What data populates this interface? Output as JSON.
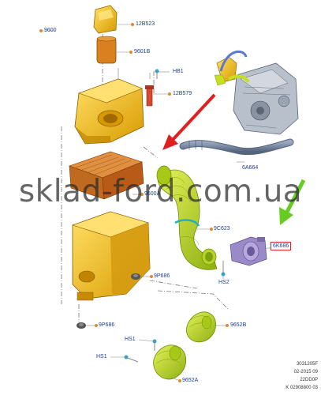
{
  "watermark": "sklad-ford.com.ua",
  "colors": {
    "part_fill": "#f0b400",
    "part_dark": "#c08400",
    "part_light": "#ffd84a",
    "filter_fill": "#d2782a",
    "hose_fill": "#c6e020",
    "hose_dark": "#7ea010",
    "tube_fill": "#6e7f99",
    "accent_red": "#e02020",
    "accent_green": "#66cc22",
    "label_color": "#1e3f8a",
    "engine_fill": "#aab3c2"
  },
  "labels": {
    "p12b523": "12B523",
    "p9600": "9600",
    "p9601b": "9601B",
    "hb1": "HB1",
    "p12b579": "12B579",
    "p6a664": "6A664",
    "p9600a": "9600A",
    "p9c623": "9C623",
    "p6k686": "6K686",
    "p9p686a": "9P686",
    "hs2": "HS2",
    "p9p686b": "9P686",
    "p9652b": "9652B",
    "hs1a": "HS1",
    "hs1b": "HS1",
    "p9652a": "9652A"
  },
  "reference": {
    "line1": "3031205F",
    "line2": "02-2015 09",
    "line3": "22DD0P",
    "line4": "K 02908800 03"
  }
}
